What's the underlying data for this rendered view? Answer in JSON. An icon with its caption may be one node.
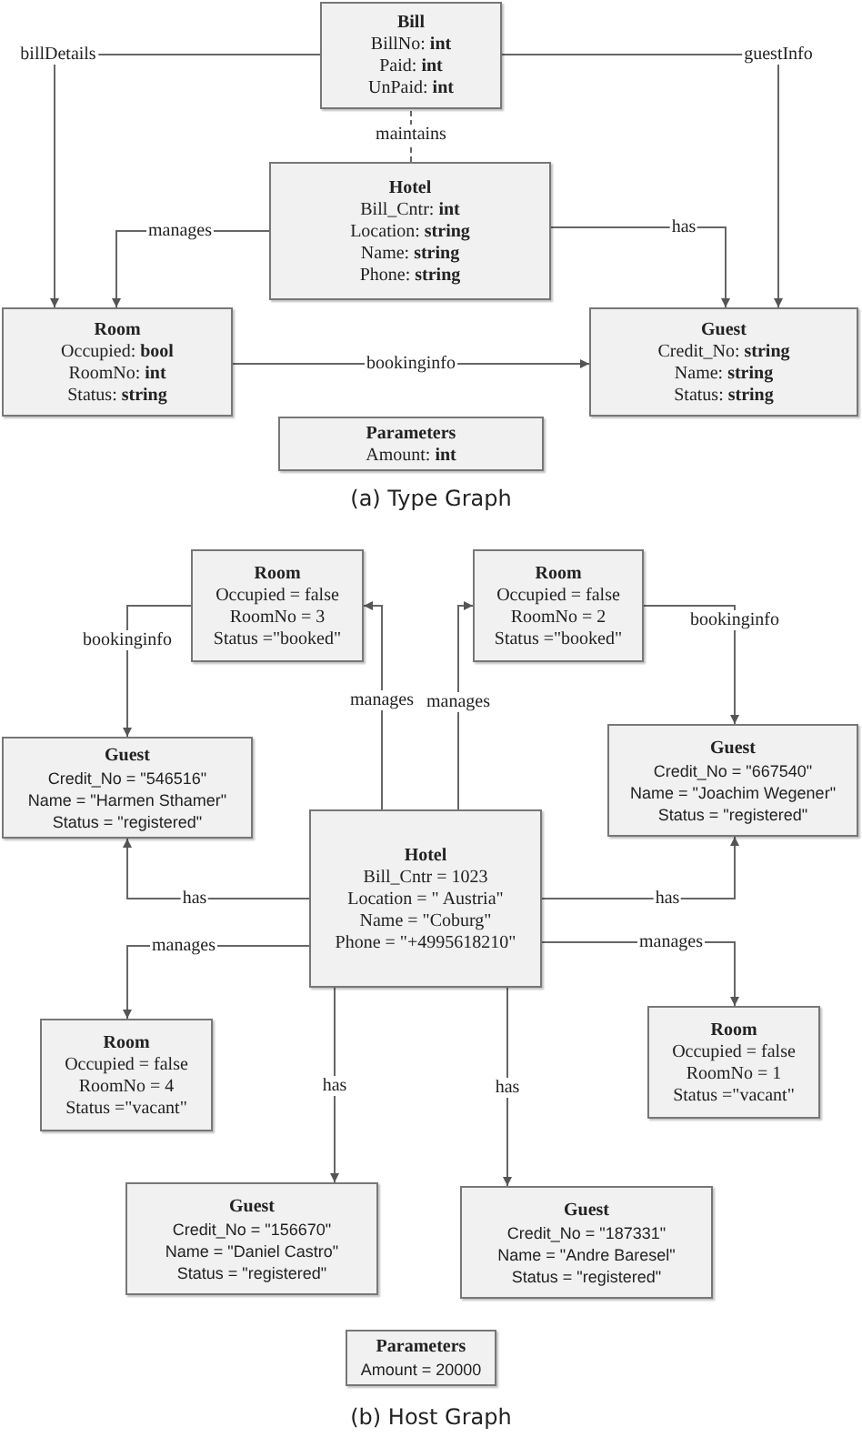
{
  "diagram": {
    "nodes": [
      {
        "text": [
          "Bill",
          "BillNo: **int**",
          "Paid: **int**",
          "UnPaid: **int**"
        ]
      },
      {
        "text": [
          "Hotel",
          "Bill_Cntr: **int**",
          "Location: **string**",
          "Name: **string**",
          "Phone: **string**"
        ]
      },
      {
        "text": [
          "Room",
          "Occupied: **bool**",
          "RoomNo: **int**",
          "Status: **string**"
        ]
      },
      {
        "text": [
          "Guest",
          "Credit_No: **string**",
          "Name: **string**",
          "Status: **string**"
        ]
      },
      {
        "text": [
          "Parameters",
          "Amount: **int**"
        ]
      },
      {
        "text": [
          "Room",
          "Occupied = false",
          "RoomNo = 3",
          "Status =\"booked\""
        ]
      },
      {
        "text": [
          "Room",
          "Occupied = false",
          "RoomNo = 2",
          "Status =\"booked\""
        ]
      },
      {
        "text": [
          "Guest",
          "Credit_No = \"546516\"",
          "Name = \"Harmen Sthamer\"",
          "Status = \"registered\""
        ]
      },
      {
        "text": [
          "Guest",
          "Credit_No = \"667540\"",
          "Name = \"Joachim Wegener\"",
          "Status = \"registered\""
        ]
      },
      {
        "text": [
          "Hotel",
          "Bill_Cntr = 1023",
          "Location = \" Austria\"",
          "Name = \"Coburg\"",
          "Phone =  \"+4995618210\""
        ]
      },
      {
        "text": [
          "Room",
          "Occupied = false",
          "RoomNo = 4",
          "Status =\"vacant\""
        ]
      },
      {
        "text": [
          "Room",
          "Occupied = false",
          "RoomNo = 1",
          "Status =\"vacant\""
        ]
      },
      {
        "text": [
          "Guest",
          "Credit_No = \"156670\"",
          "Name = \"Daniel Castro\"",
          "Status = \"registered\""
        ]
      },
      {
        "text": [
          "Guest",
          "Credit_No = \"187331\"",
          "Name = \"Andre Baresel\"",
          "Status = \"registered\""
        ]
      },
      {
        "text": [
          "Parameters",
          "Amount = 20000"
        ]
      }
    ],
    "edges": [
      {
        "from": 0,
        "to": 2,
        "arrow": "to",
        "label": "billDetails"
      },
      {
        "from": 0,
        "to": 3,
        "arrow": "to",
        "label": "guestInfo"
      },
      {
        "from": 1,
        "to": 0,
        "arrow": "none",
        "label": "maintains",
        "style": "dashed"
      },
      {
        "from": 1,
        "to": 2,
        "arrow": "to",
        "label": "manages"
      },
      {
        "from": 1,
        "to": 3,
        "arrow": "to",
        "label": "has"
      },
      {
        "from": 2,
        "to": 3,
        "arrow": "to",
        "label": "bookinginfo"
      },
      {
        "from": 5,
        "to": 7,
        "arrow": "to",
        "label": "bookinginfo"
      },
      {
        "from": 6,
        "to": 8,
        "arrow": "to",
        "label": "bookinginfo"
      },
      {
        "from": 9,
        "to": 5,
        "arrow": "to",
        "label": "manages"
      },
      {
        "from": 9,
        "to": 6,
        "arrow": "to",
        "label": "manages"
      },
      {
        "from": 9,
        "to": 7,
        "arrow": "to",
        "label": "has"
      },
      {
        "from": 9,
        "to": 8,
        "arrow": "to",
        "label": "has"
      },
      {
        "from": 9,
        "to": 10,
        "arrow": "to",
        "label": "manages"
      },
      {
        "from": 9,
        "to": 11,
        "arrow": "to",
        "label": "manages"
      },
      {
        "from": 9,
        "to": 12,
        "arrow": "to",
        "label": "has"
      },
      {
        "from": 9,
        "to": 13,
        "arrow": "to",
        "label": "has"
      }
    ],
    "labels": [
      "(a) Type Graph",
      "(b) Host Graph"
    ]
  }
}
